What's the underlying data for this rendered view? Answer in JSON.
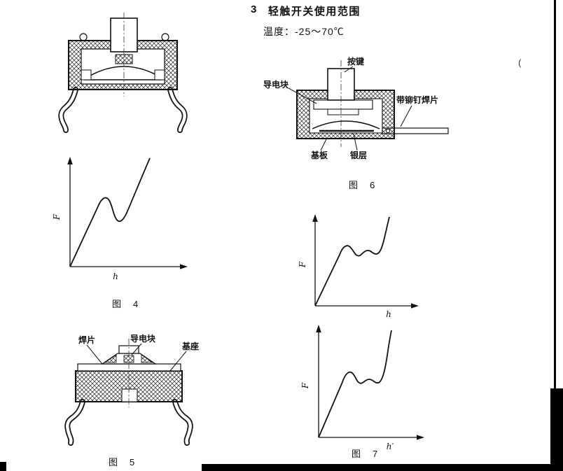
{
  "header": {
    "section_number": "3",
    "section_title": "轻触开关使用范围",
    "temperature": "温度：-25～70℃"
  },
  "figures": {
    "fig4": {
      "caption": "图　4",
      "ylabel": "F",
      "xlabel": "h"
    },
    "fig5": {
      "caption": "图　5",
      "labels": {
        "solder_tab": "焊片",
        "conductive_block": "导电块",
        "base": "基座"
      }
    },
    "fig6": {
      "caption": "图　6",
      "labels": {
        "button": "按键",
        "conductive_block": "导电块",
        "riveted_solder_tab": "带铆钉焊片",
        "substrate": "基板",
        "silver_layer": "银层"
      }
    },
    "fig7": {
      "caption": "图　7",
      "top_curve": {
        "ylabel": "F",
        "xlabel": "h"
      },
      "bottom_curve": {
        "ylabel": "F",
        "xlabel": "h′"
      }
    }
  },
  "artifacts": {
    "paren": "("
  }
}
